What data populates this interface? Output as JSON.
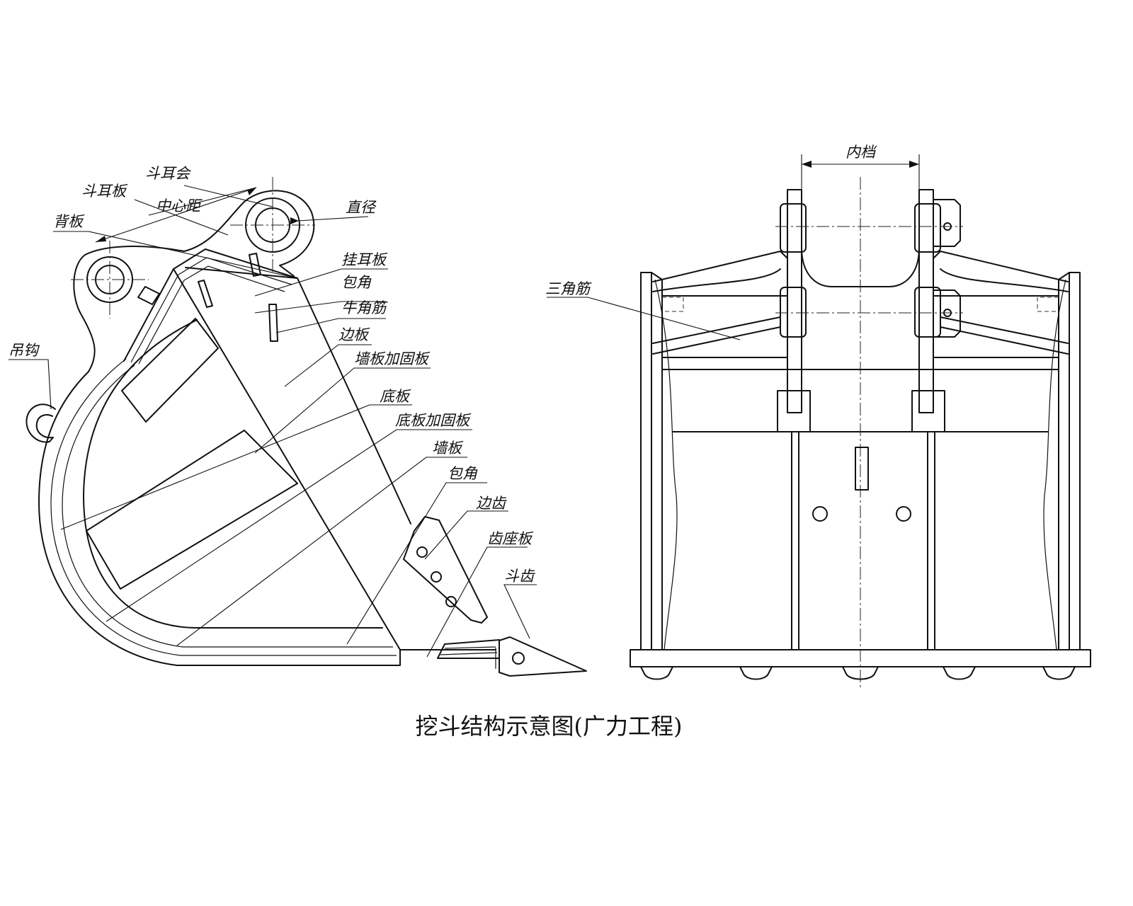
{
  "side_view": {
    "labels": {
      "lug_radius": "斗耳会",
      "lug_plate": "斗耳板",
      "center_distance": "中心距",
      "diameter": "直径",
      "back_plate": "背板",
      "ear_plate": "挂耳板",
      "corner_wrap_top": "包角",
      "horn_rib": "牛角筋",
      "side_plate": "边板",
      "lifting_hook": "吊钩",
      "wall_stiffener": "墙板加固板",
      "bottom_plate": "底板",
      "bottom_stiffener": "底板加固板",
      "wall_plate": "墙板",
      "corner_wrap_bottom": "包角",
      "side_tooth": "边齿",
      "tooth_seat_plate": "齿座板",
      "bucket_tooth": "斗齿"
    }
  },
  "front_view": {
    "labels": {
      "inner_width": "内档",
      "triangle_rib": "三角筋"
    }
  },
  "caption": "挖斗结构示意图(广力工程)"
}
